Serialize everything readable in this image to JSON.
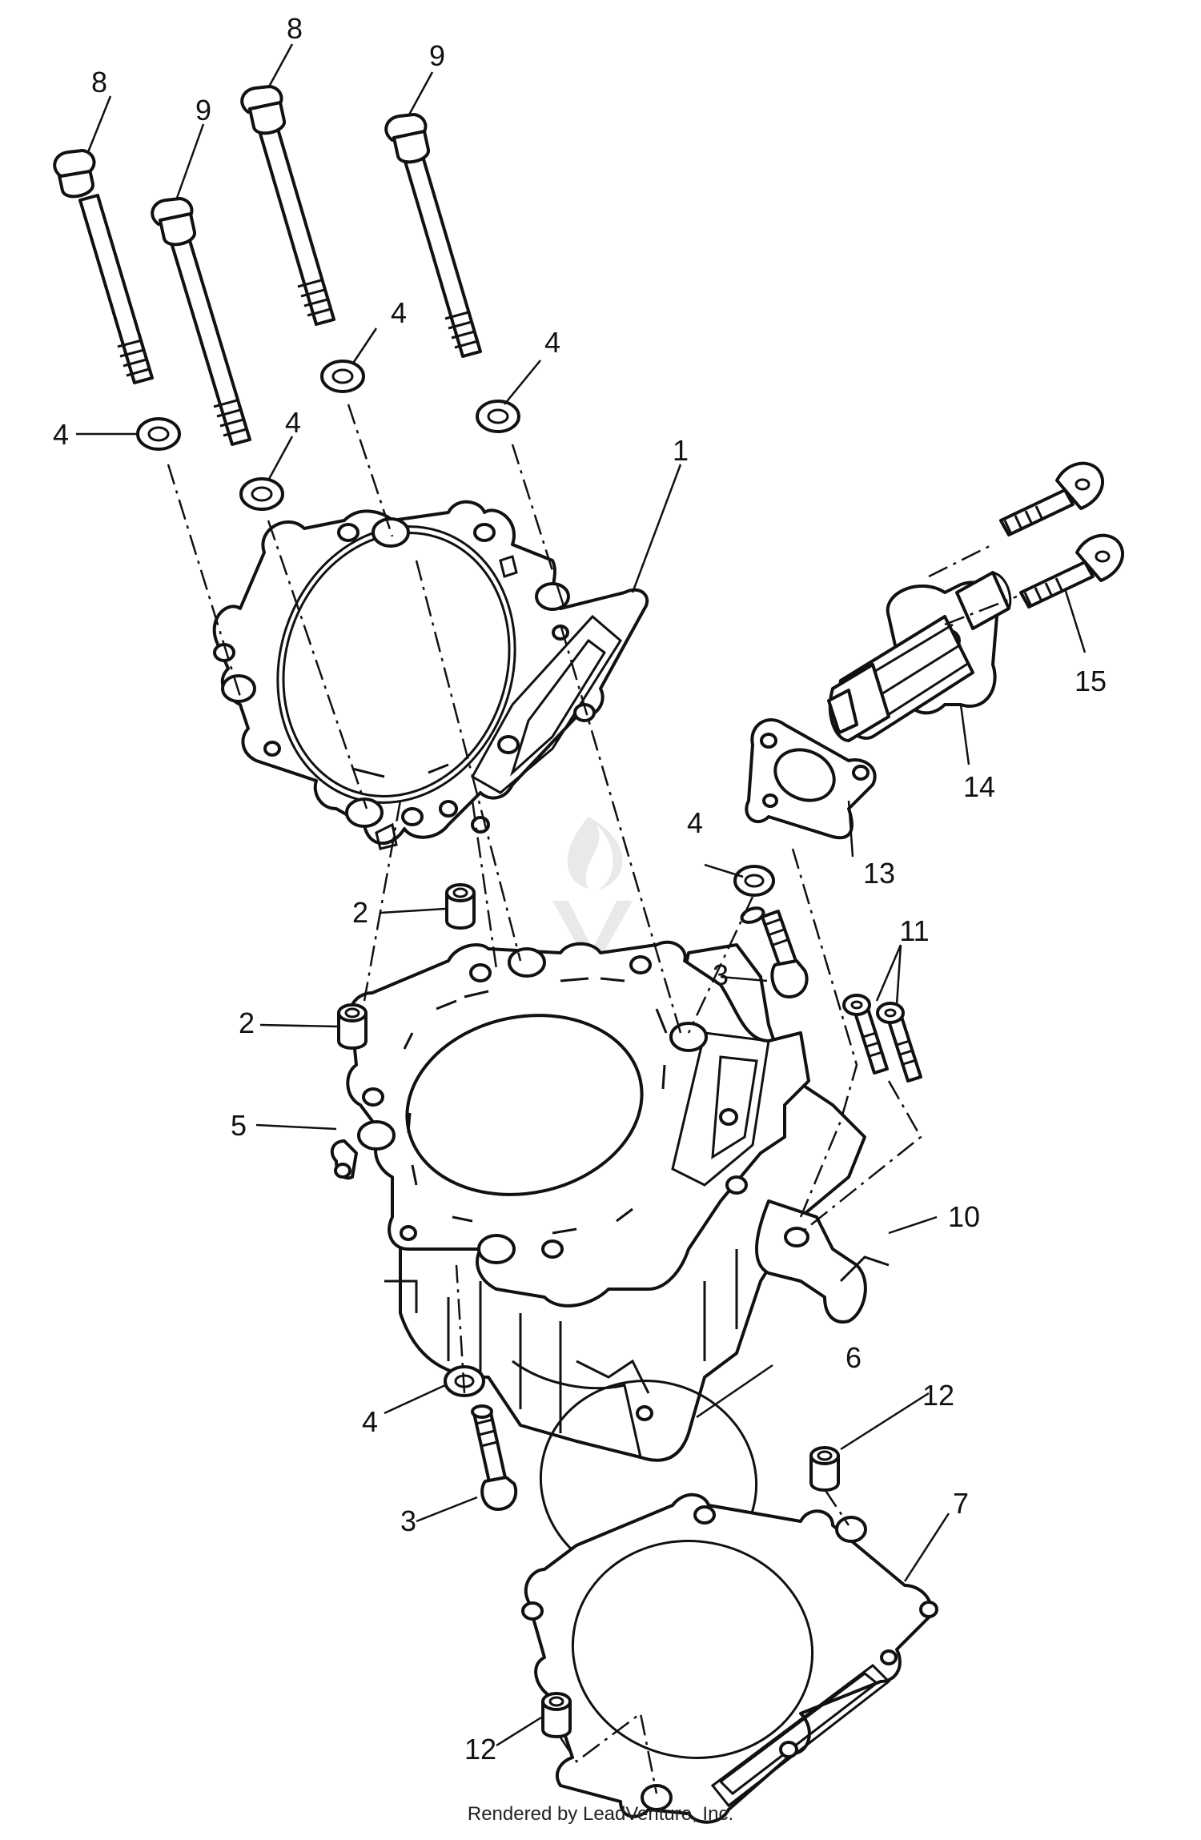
{
  "labels": {
    "p1": "1",
    "p2a": "2",
    "p2b": "2",
    "p3a": "3",
    "p3b": "3",
    "p4a": "4",
    "p4b": "4",
    "p4c": "4",
    "p4d": "4",
    "p4e": "4",
    "p4f": "4",
    "p5": "5",
    "p6": "6",
    "p7": "7",
    "p8a": "8",
    "p8b": "8",
    "p9a": "9",
    "p9b": "9",
    "p10": "10",
    "p11": "11",
    "p12a": "12",
    "p12b": "12",
    "p13": "13",
    "p14": "14",
    "p15": "15"
  },
  "footer": "Rendered by LeadVenture, Inc.",
  "colors": {
    "line": "#111111",
    "background": "#ffffff",
    "watermark": "#e9e9e9"
  }
}
